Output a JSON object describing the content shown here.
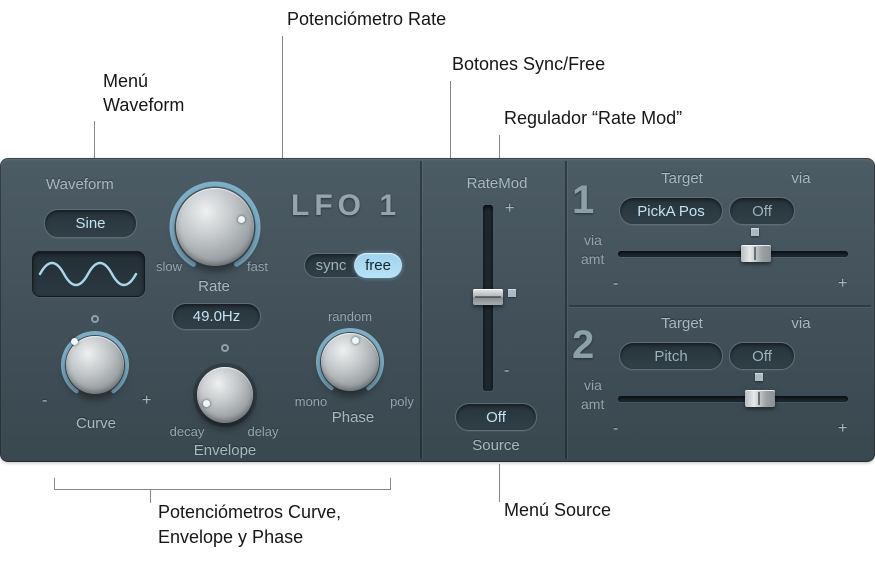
{
  "annotations": {
    "rate_knob": "Potenciómetro Rate",
    "waveform_menu_line1": "Menú",
    "waveform_menu_line2": "Waveform",
    "sync_free_buttons": "Botones Sync/Free",
    "rate_mod_slider": "Regulador “Rate Mod”",
    "knobs_line1": "Potenciómetros Curve,",
    "knobs_line2": "Envelope y Phase",
    "source_menu": "Menú Source"
  },
  "panel": {
    "title": "LFO 1",
    "waveform": {
      "label": "Waveform",
      "value": "Sine"
    },
    "rate": {
      "label": "Rate",
      "slow": "slow",
      "fast": "fast",
      "value": "49.0Hz"
    },
    "sync": "sync",
    "free": "free",
    "curve": {
      "label": "Curve",
      "minus": "-",
      "plus": "+"
    },
    "envelope": {
      "label": "Envelope",
      "decay": "decay",
      "delay": "delay"
    },
    "phase": {
      "label": "Phase",
      "random": "random",
      "mono": "mono",
      "poly": "poly"
    },
    "rate_mod": {
      "label": "RateMod",
      "plus": "+",
      "minus": "-"
    },
    "source": {
      "label": "Source",
      "value": "Off"
    },
    "routes": [
      {
        "number": "1",
        "target_label": "Target",
        "via_label": "via",
        "target_value": "PickA Pos",
        "via_value": "Off",
        "via": "via",
        "amt": "amt",
        "minus": "-",
        "plus": "+"
      },
      {
        "number": "2",
        "target_label": "Target",
        "via_label": "via",
        "target_value": "Pitch",
        "via_value": "Off",
        "via": "via",
        "amt": "amt",
        "minus": "-",
        "plus": "+"
      }
    ]
  },
  "colors": {
    "panel_top": "#4c5c65",
    "panel_bottom": "#39474f",
    "accent_blue": "#a8d9f0",
    "value_text": "#c3e3f3",
    "label_text": "#a9b9c0",
    "knob_arc": "#7fb0c8",
    "wave_stroke": "#a8d6ea"
  }
}
